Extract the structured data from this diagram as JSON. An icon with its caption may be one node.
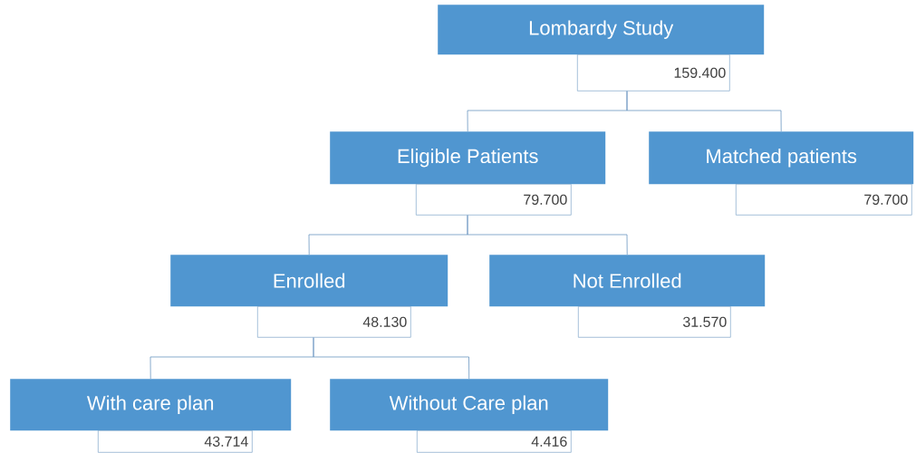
{
  "diagram": {
    "nodes": [
      {
        "text": [
          "Lombardy Study",
          "159.400"
        ]
      },
      {
        "text": [
          "Eligible Patients",
          "79.700"
        ]
      },
      {
        "text": [
          "Matched patients",
          "79.700"
        ]
      },
      {
        "text": [
          "Enrolled",
          "48.130"
        ]
      },
      {
        "text": [
          "Not Enrolled",
          "31.570"
        ]
      },
      {
        "text": [
          "With care plan",
          "43.714"
        ]
      },
      {
        "text": [
          "Without Care plan",
          "4.416"
        ]
      }
    ],
    "edges": [
      {
        "from": 0,
        "to": 1,
        "arrow": "none"
      },
      {
        "from": 0,
        "to": 2,
        "arrow": "none"
      },
      {
        "from": 1,
        "to": 3,
        "arrow": "none"
      },
      {
        "from": 1,
        "to": 4,
        "arrow": "none"
      },
      {
        "from": 3,
        "to": 5,
        "arrow": "none"
      },
      {
        "from": 3,
        "to": 6,
        "arrow": "none"
      }
    ]
  }
}
